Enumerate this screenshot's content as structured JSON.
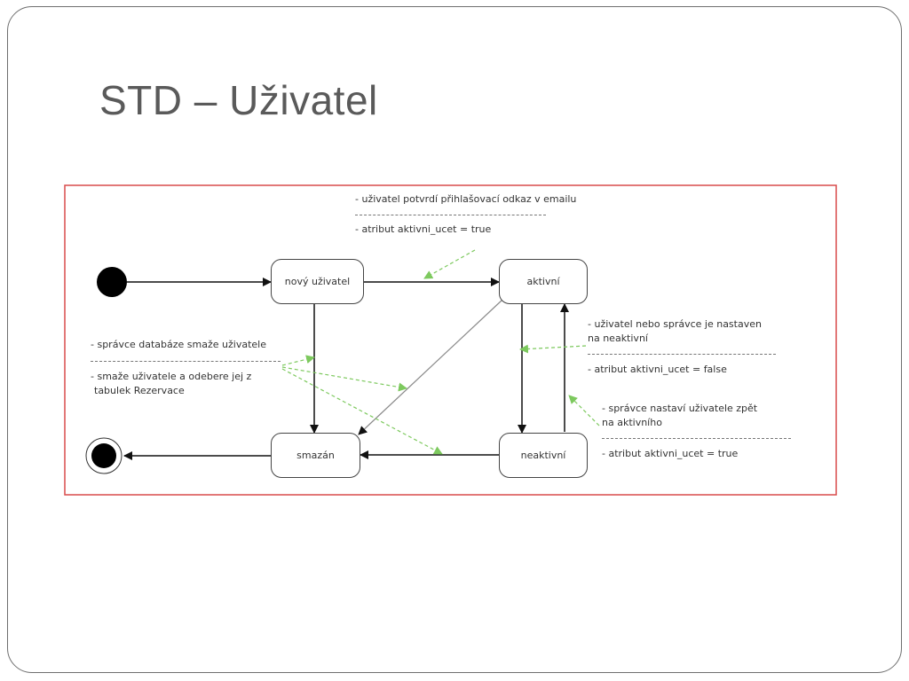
{
  "slide": {
    "title": "STD – Uživatel"
  },
  "diagram": {
    "colors": {
      "border": "#d94b4b",
      "arrow": "#111111",
      "note_link": "#7dc95e",
      "crossing": "#9a9a9a"
    },
    "states": {
      "new_user": "nový uživatel",
      "active": "aktivní",
      "deleted": "smazán",
      "inactive": "neaktivní"
    },
    "notes": {
      "confirm": {
        "line1": "- uživatel potvrdí přihlašovací odkaz v emailu",
        "line2": "- atribut aktivni_ucet = true"
      },
      "delete": {
        "line1": "- správce databáze smaže uživatele",
        "line2": "- smaže uživatele a odebere jej z",
        "line3": "tabulek Rezervace"
      },
      "deactivate": {
        "line1": "- uživatel nebo správce je nastaven",
        "line2": "na neaktivní",
        "line3": "- atribut aktivni_ucet = false"
      },
      "reactivate": {
        "line1": "- správce nastaví uživatele zpět",
        "line2": "na aktivního",
        "line3": "- atribut aktivni_ucet = true"
      }
    }
  }
}
